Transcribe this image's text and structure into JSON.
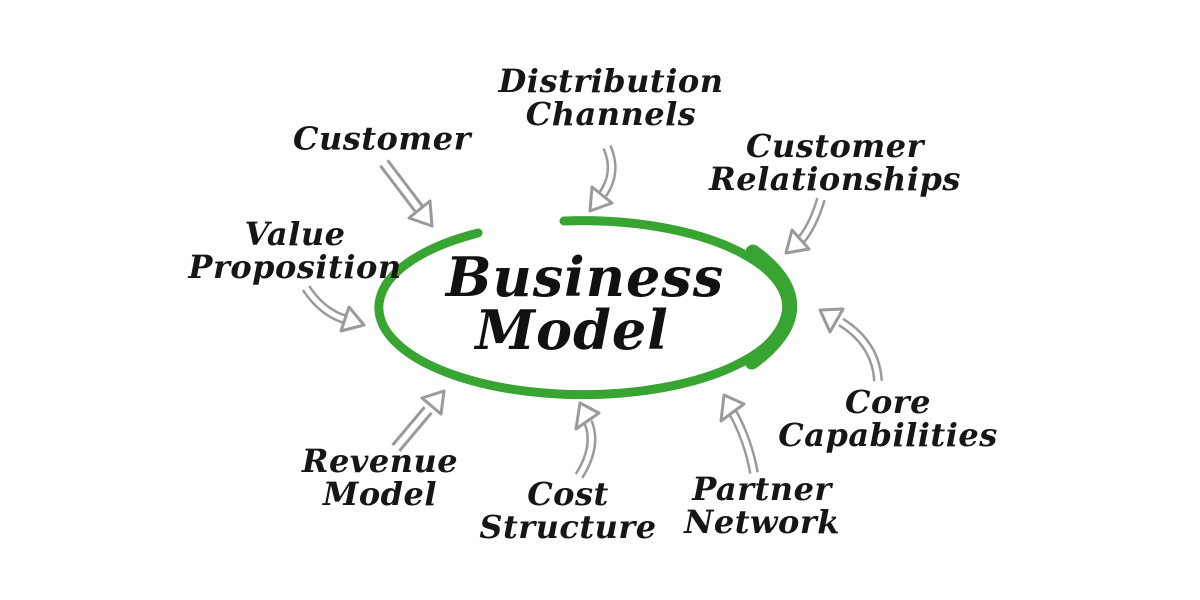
{
  "diagram": {
    "title": {
      "line1": "Business",
      "line2": "Model"
    },
    "nodes": [
      {
        "id": "customer",
        "lines": [
          "Customer"
        ]
      },
      {
        "id": "distribution-channels",
        "lines": [
          "Distribution",
          "Channels"
        ]
      },
      {
        "id": "customer-relationships",
        "lines": [
          "Customer",
          "Relationships"
        ]
      },
      {
        "id": "value-proposition",
        "lines": [
          "Value",
          "Proposition"
        ]
      },
      {
        "id": "revenue-model",
        "lines": [
          "Revenue",
          "Model"
        ]
      },
      {
        "id": "cost-structure",
        "lines": [
          "Cost",
          "Structure"
        ]
      },
      {
        "id": "partner-network",
        "lines": [
          "Partner",
          "Network"
        ]
      },
      {
        "id": "core-capabilities",
        "lines": [
          "Core",
          "Capabilities"
        ]
      }
    ],
    "connectors": [
      {
        "icon": "arrow-icon",
        "from": "customer",
        "direction": "down-right"
      },
      {
        "icon": "arrow-icon",
        "from": "distribution-channels",
        "direction": "down"
      },
      {
        "icon": "arrow-icon",
        "from": "customer-relationships",
        "direction": "down-left"
      },
      {
        "icon": "arrow-icon",
        "from": "value-proposition",
        "direction": "right"
      },
      {
        "icon": "arrow-icon",
        "from": "revenue-model",
        "direction": "up-right"
      },
      {
        "icon": "arrow-icon",
        "from": "cost-structure",
        "direction": "up"
      },
      {
        "icon": "arrow-icon",
        "from": "partner-network",
        "direction": "up-left"
      },
      {
        "icon": "arrow-icon",
        "from": "core-capabilities",
        "direction": "up-left"
      }
    ],
    "colors": {
      "ellipse": "#38a533",
      "arrow": "#9a9a9a",
      "text": "#161616",
      "background": "#ffffff"
    }
  }
}
